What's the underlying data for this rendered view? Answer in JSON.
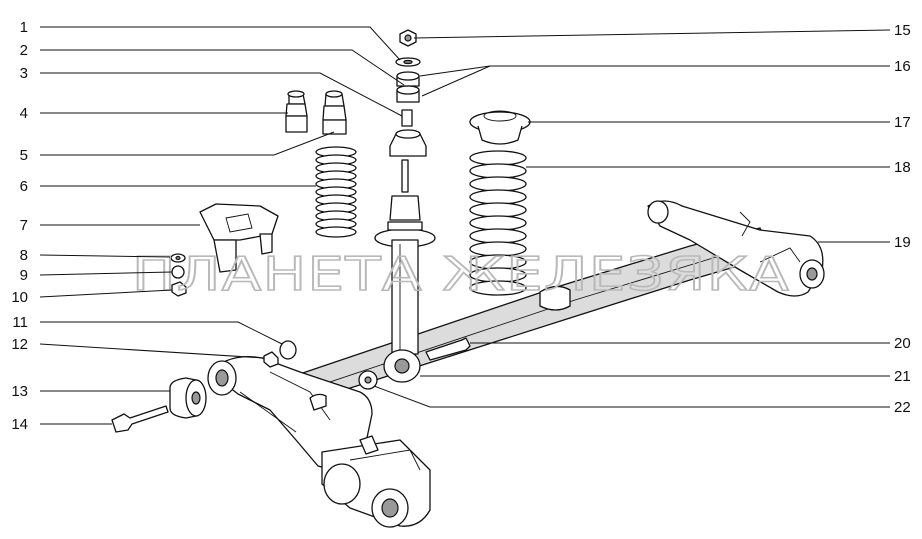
{
  "watermark": "ПЛАНЕТА ЖЕЛЕЗЯКА",
  "callouts_left": [
    "1",
    "2",
    "3",
    "4",
    "5",
    "6",
    "7",
    "8",
    "9",
    "10",
    "11",
    "12",
    "13",
    "14"
  ],
  "callouts_right": [
    "15",
    "16",
    "17",
    "18",
    "19",
    "20",
    "21",
    "22"
  ],
  "colors": {
    "line": "#111111",
    "background": "#ffffff",
    "watermark": "#b9b9b9"
  }
}
